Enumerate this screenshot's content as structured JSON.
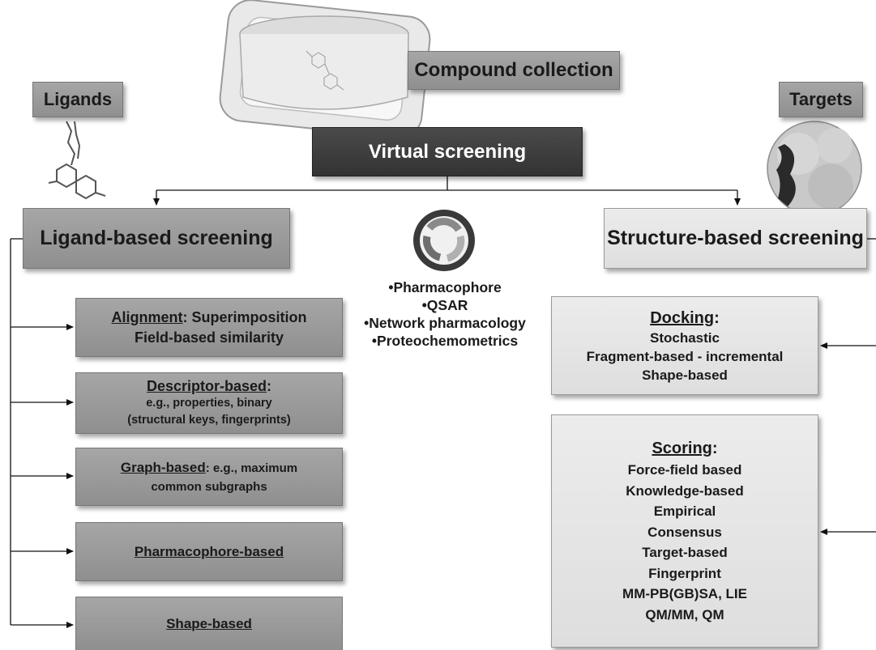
{
  "labels": {
    "compound_collection": "Compound collection",
    "ligands": "Ligands",
    "targets": "Targets",
    "virtual_screening": "Virtual screening",
    "ligand_based": "Ligand-based screening",
    "structure_based": "Structure-based screening"
  },
  "methods": [
    "•Pharmacophore",
    "•QSAR",
    "•Network pharmacology",
    "•Proteochemometrics"
  ],
  "ligand_boxes": {
    "alignment": {
      "title": "Alignment",
      "rest": ": Superimposition",
      "line2": "Field-based similarity"
    },
    "descriptor": {
      "title": "Descriptor-based",
      "rest": ":",
      "line2": "e.g., properties, binary",
      "line3": "(structural keys, fingerprints)"
    },
    "graph": {
      "title": "Graph-based",
      "rest": ": e.g., maximum",
      "line2": "common subgraphs"
    },
    "pharmacophore": {
      "title": "Pharmacophore-based"
    },
    "shape": {
      "title": "Shape-based"
    }
  },
  "structure_boxes": {
    "docking": {
      "title": "Docking",
      "rest": ":",
      "items": [
        "Stochastic",
        "Fragment-based - incremental",
        "Shape-based"
      ]
    },
    "scoring": {
      "title": "Scoring",
      "rest": ":",
      "items": [
        "Force-field based",
        "Knowledge-based",
        "Empirical",
        "Consensus",
        "Target-based",
        "Fingerprint",
        "MM-PB(GB)SA, LIE",
        "QM/MM, QM"
      ]
    }
  }
}
